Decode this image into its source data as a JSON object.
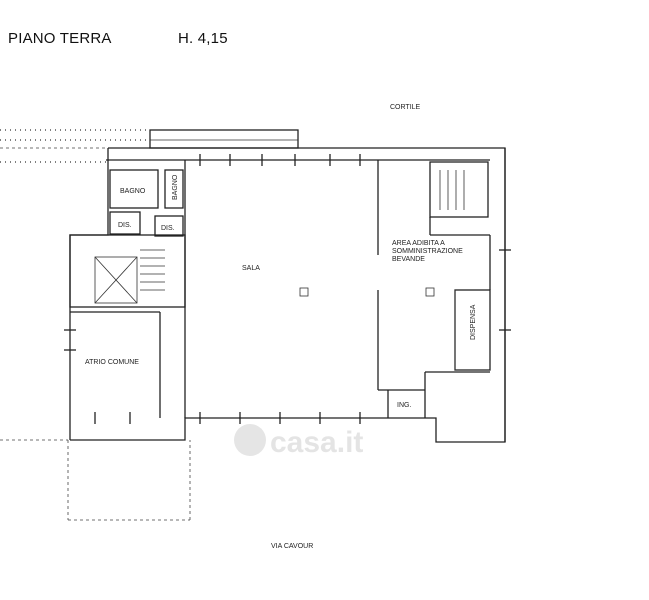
{
  "header": {
    "floor_title": "PIANO TERRA",
    "height_label": "H. 4,15"
  },
  "labels": {
    "courtyard": "CORTILE",
    "street": "VIA CAVOUR",
    "bathroom_1": "BAGNO",
    "bathroom_2": "BAGNO",
    "disimpegno_1": "DIS.",
    "disimpegno_2": "DIS.",
    "hall": "SALA",
    "service_area_line1": "AREA ADIBITA A",
    "service_area_line2": "SOMMINISTRAZIONE",
    "service_area_line3": "BEVANDE",
    "pantry": "DISPENSA",
    "entrance": "ING.",
    "common_atrium": "ATRIO COMUNE"
  },
  "watermark": {
    "text": "casa.it"
  }
}
